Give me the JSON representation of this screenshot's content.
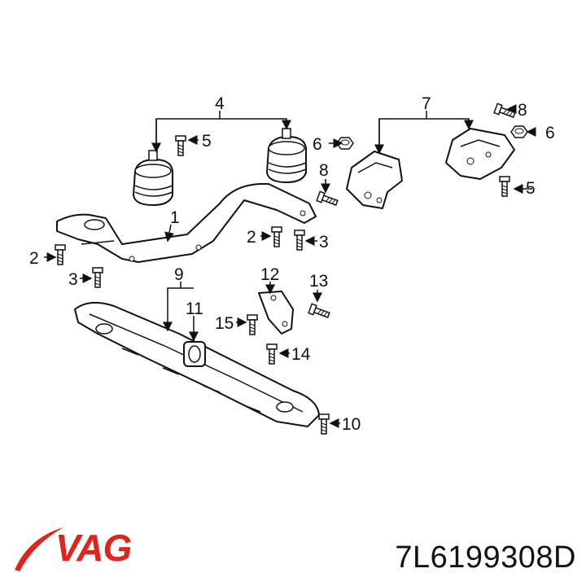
{
  "callouts": [
    "1",
    "2",
    "2",
    "3",
    "3",
    "4",
    "5",
    "5",
    "6",
    "6",
    "7",
    "8",
    "8",
    "9",
    "10",
    "11",
    "12",
    "13",
    "14",
    "15"
  ],
  "brand": {
    "name": "VAG",
    "color": "#e2231a"
  },
  "part_number": "7L6199308D",
  "icons": [
    "engine-mount-icon",
    "bolt-icon",
    "nut-icon",
    "bracket-icon",
    "crossmember-icon",
    "swoosh-icon"
  ]
}
